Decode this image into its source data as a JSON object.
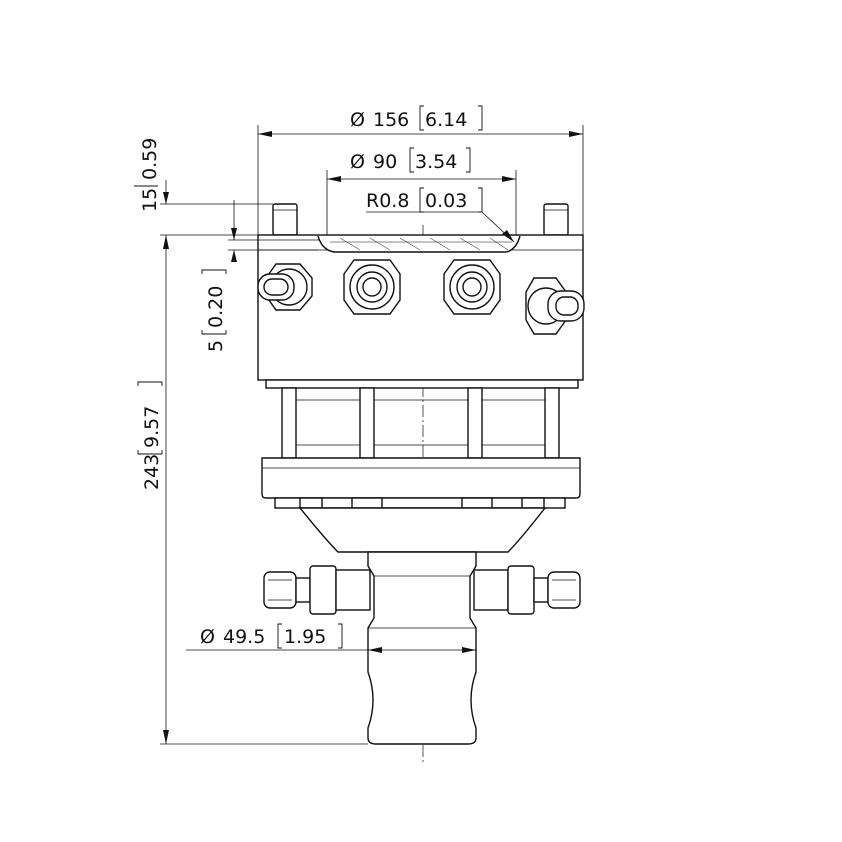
{
  "dimensions": {
    "outer_diameter": {
      "symbol": "Ø",
      "metric": "156",
      "imperial": "6.14"
    },
    "flange_diameter": {
      "symbol": "Ø",
      "metric": "90",
      "imperial": "3.54"
    },
    "fillet_radius": {
      "metric": "R0.8",
      "imperial": "0.03"
    },
    "top_offset": {
      "metric": "15",
      "imperial": "0.59"
    },
    "recess_depth": {
      "metric": "5",
      "imperial": "0.20"
    },
    "total_height": {
      "metric": "243",
      "imperial": "9.57"
    },
    "shaft_diameter": {
      "symbol": "Ø",
      "metric": "49.5",
      "imperial": "1.95"
    }
  }
}
